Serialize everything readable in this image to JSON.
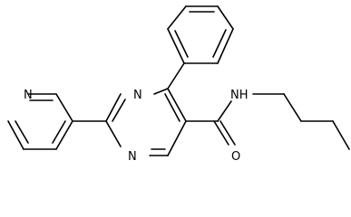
{
  "molecule": {
    "atom_labels": {
      "pyridine_n": "N",
      "pyrimidine_n1": "N",
      "pyrimidine_n3": "N",
      "amide_nh": "NH",
      "carbonyl_o": "O"
    }
  },
  "colors": {
    "bond": "#000000",
    "background": "#ffffff"
  }
}
